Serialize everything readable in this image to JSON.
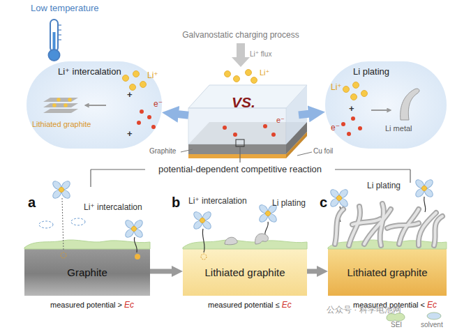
{
  "diagram": {
    "nodes": [
      {
        "text": [
          "Li⁺ intercalation",
          "Lithiated graphite"
        ]
      },
      {
        "text": [
          "VS."
        ]
      },
      {
        "text": [
          "Li plating",
          "Li metal"
        ]
      },
      {
        "text": [
          "Graphite"
        ]
      },
      {
        "text": [
          "Lithiated graphite"
        ]
      },
      {
        "text": [
          "Lithiated graphite"
        ]
      }
    ],
    "edges": [
      {
        "from": 1,
        "to": 0,
        "arrow": "to"
      },
      {
        "from": 1,
        "to": 2,
        "arrow": "to"
      },
      {
        "from": 3,
        "to": 4,
        "arrow": "to"
      },
      {
        "from": 4,
        "to": 5,
        "arrow": "to"
      }
    ],
    "labels": [
      "Low temperature",
      "Galvanostatic charging process",
      "Li⁺ flux",
      "Li⁺",
      "e⁻",
      "Graphite",
      "Cu foil",
      "Li⁺",
      "+",
      "e⁻",
      "+",
      "Li⁺",
      "+",
      "e⁻",
      "potential-dependent competitive reaction",
      "a",
      "Li⁺ intercalation",
      "measured potential >",
      "Ec",
      "b",
      "Li⁺ intercalation",
      "Li plating",
      "measured potential ≤",
      "Ec",
      "c",
      "Li plating",
      "measured potential <",
      "Ec",
      "公众号 · 科学电池网"
    ],
    "legend": [
      {
        "text": "SEI",
        "color": "#cfe6b3"
      },
      {
        "text": "solvent",
        "color": "#c9def2"
      }
    ]
  }
}
